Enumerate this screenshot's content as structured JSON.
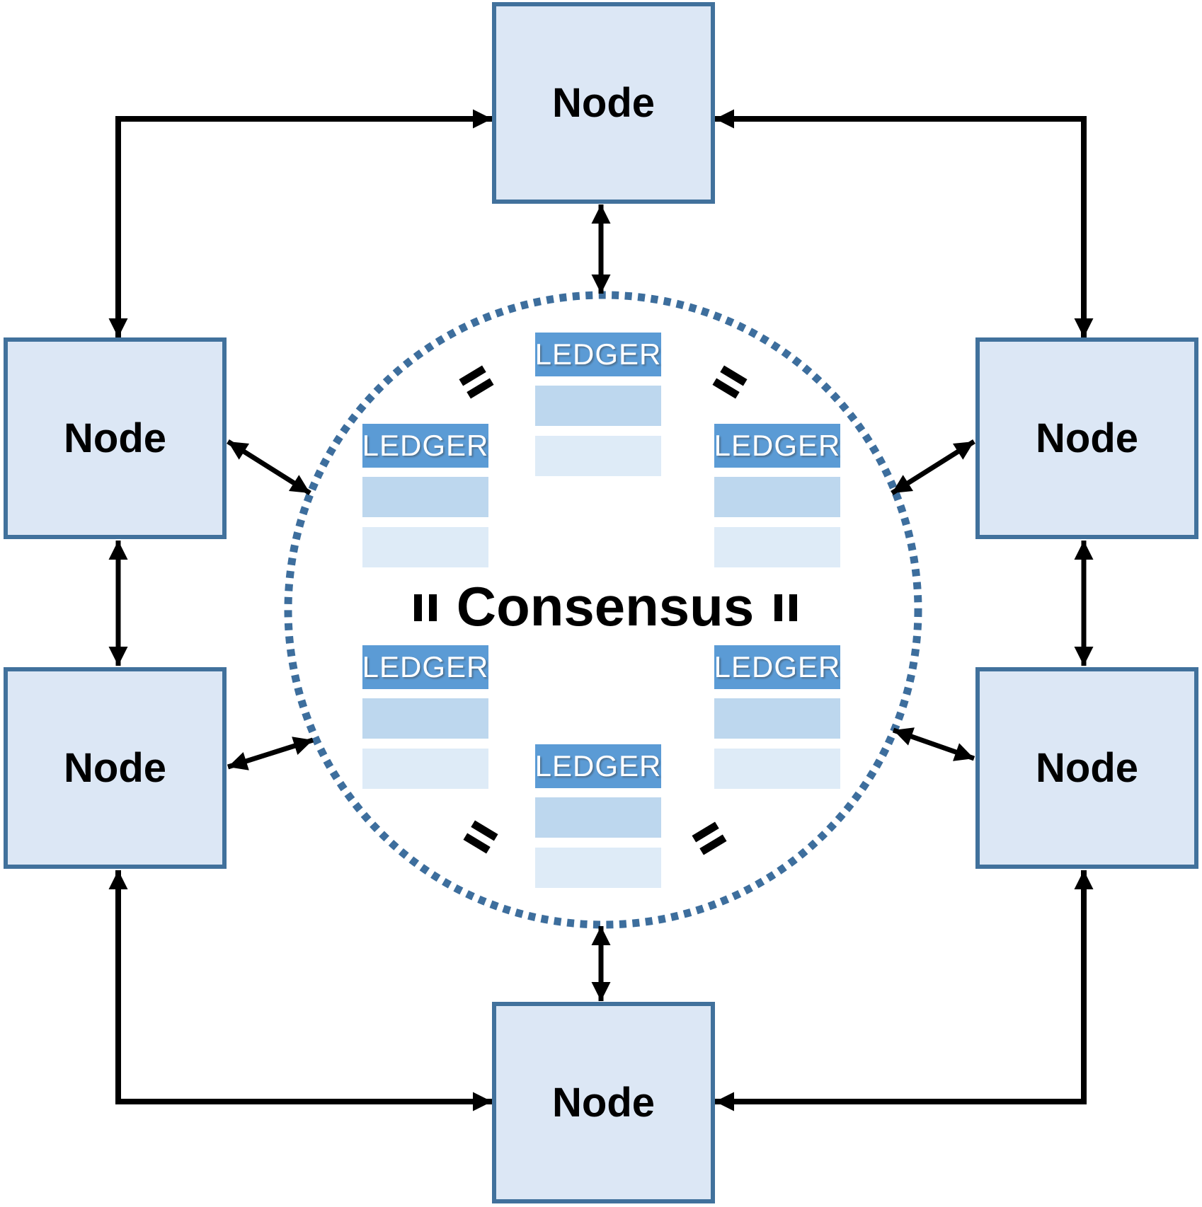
{
  "center": {
    "label": "Consensus"
  },
  "nodes": [
    {
      "id": "node-top",
      "label": "Node"
    },
    {
      "id": "node-left-upper",
      "label": "Node"
    },
    {
      "id": "node-left-lower",
      "label": "Node"
    },
    {
      "id": "node-right-upper",
      "label": "Node"
    },
    {
      "id": "node-right-lower",
      "label": "Node"
    },
    {
      "id": "node-bottom",
      "label": "Node"
    }
  ],
  "ledgers": [
    {
      "id": "ledger-top",
      "label": "LEDGER"
    },
    {
      "id": "ledger-upper-left",
      "label": "LEDGER"
    },
    {
      "id": "ledger-upper-right",
      "label": "LEDGER"
    },
    {
      "id": "ledger-lower-left",
      "label": "LEDGER"
    },
    {
      "id": "ledger-lower-right",
      "label": "LEDGER"
    },
    {
      "id": "ledger-bottom",
      "label": "LEDGER"
    }
  ],
  "theme": {
    "background": "#ffffff",
    "node_fill": "#dce7f5",
    "node_border": "#41719c",
    "ledger_header_fill": "#5b9bd5",
    "ledger_row1_fill": "#bdd7ee",
    "ledger_row2_fill": "#deebf7",
    "ledger_text_color": "#ffffff",
    "circle_dot_color": "#3d6e9d",
    "arrow_color": "#000000",
    "equals_color": "#000000",
    "text_color": "#000000"
  }
}
